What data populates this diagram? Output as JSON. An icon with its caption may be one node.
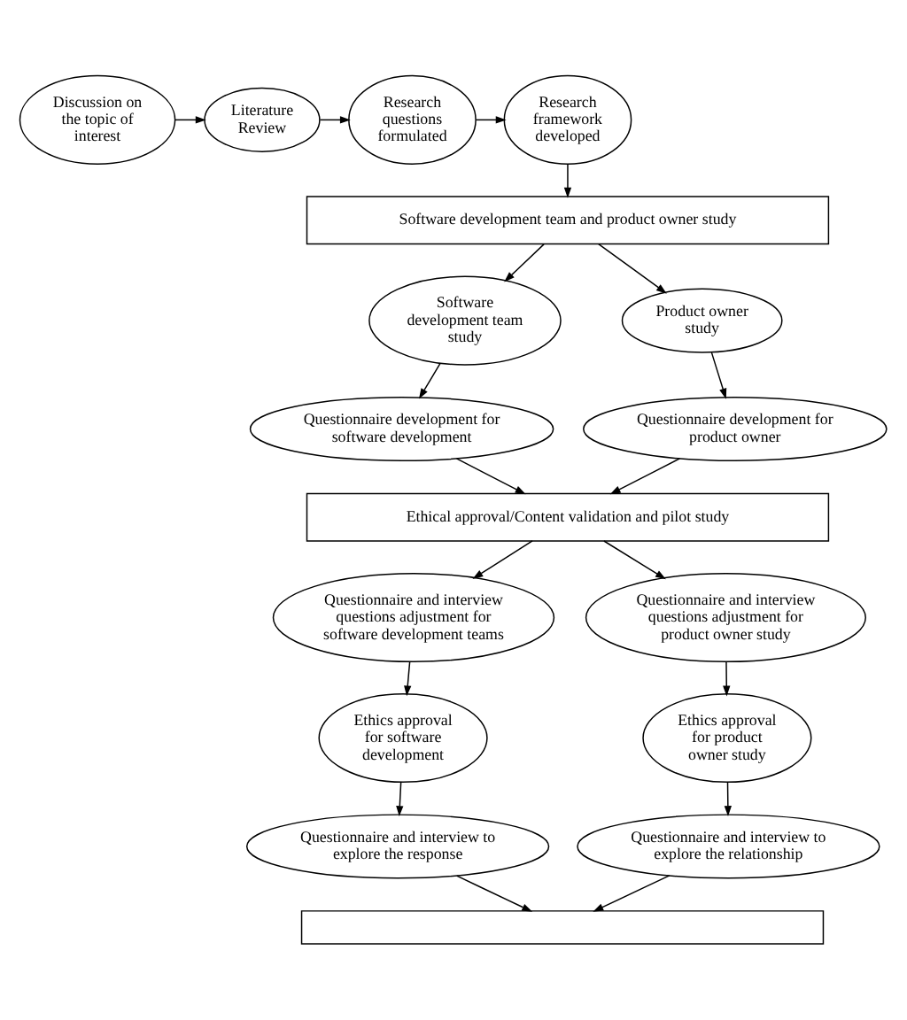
{
  "diagram": {
    "nodes": [
      {
        "text": [
          "Discussion on the topic of interest"
        ]
      },
      {
        "text": [
          "Literature Review"
        ]
      },
      {
        "text": [
          "Research questions formulated"
        ]
      },
      {
        "text": [
          "Research framework developed"
        ]
      },
      {
        "text": [
          "Software development team and product owner study"
        ]
      },
      {
        "text": [
          "Software development team study"
        ]
      },
      {
        "text": [
          "Product owner study"
        ]
      },
      {
        "text": [
          "Questionnaire development for software development"
        ]
      },
      {
        "text": [
          "Questionnaire development for product owner"
        ]
      },
      {
        "text": [
          "Ethical approval/Content validation and pilot study"
        ]
      },
      {
        "text": [
          "Questionnaire and interview questions adjustment for software development teams"
        ]
      },
      {
        "text": [
          "Questionnaire and interview questions adjustment for product owner study"
        ]
      },
      {
        "text": [
          "Ethics approval for software development"
        ]
      },
      {
        "text": [
          "Ethics approval for product owner study"
        ]
      },
      {
        "text": [
          "Questionnaire and interview to explore the response"
        ]
      },
      {
        "text": [
          "Questionnaire and interview to explore the relationship"
        ]
      },
      {
        "text": [],
        "shape": "box"
      }
    ],
    "edges": [
      {
        "from": 0,
        "to": 1,
        "arrow": "to"
      },
      {
        "from": 1,
        "to": 2,
        "arrow": "to"
      },
      {
        "from": 2,
        "to": 3,
        "arrow": "to"
      },
      {
        "from": 3,
        "to": 4,
        "arrow": "to"
      },
      {
        "from": 4,
        "to": 5,
        "arrow": "to"
      },
      {
        "from": 4,
        "to": 6,
        "arrow": "to"
      },
      {
        "from": 5,
        "to": 7,
        "arrow": "to"
      },
      {
        "from": 6,
        "to": 8,
        "arrow": "to"
      },
      {
        "from": 7,
        "to": 9,
        "arrow": "to"
      },
      {
        "from": 8,
        "to": 9,
        "arrow": "to"
      },
      {
        "from": 9,
        "to": 10,
        "arrow": "to"
      },
      {
        "from": 9,
        "to": 11,
        "arrow": "to"
      },
      {
        "from": 10,
        "to": 12,
        "arrow": "to"
      },
      {
        "from": 11,
        "to": 13,
        "arrow": "to"
      },
      {
        "from": 12,
        "to": 14,
        "arrow": "to"
      },
      {
        "from": 13,
        "to": 15,
        "arrow": "to"
      },
      {
        "from": 14,
        "to": 16,
        "arrow": "to"
      },
      {
        "from": 15,
        "to": 16,
        "arrow": "to"
      }
    ]
  }
}
